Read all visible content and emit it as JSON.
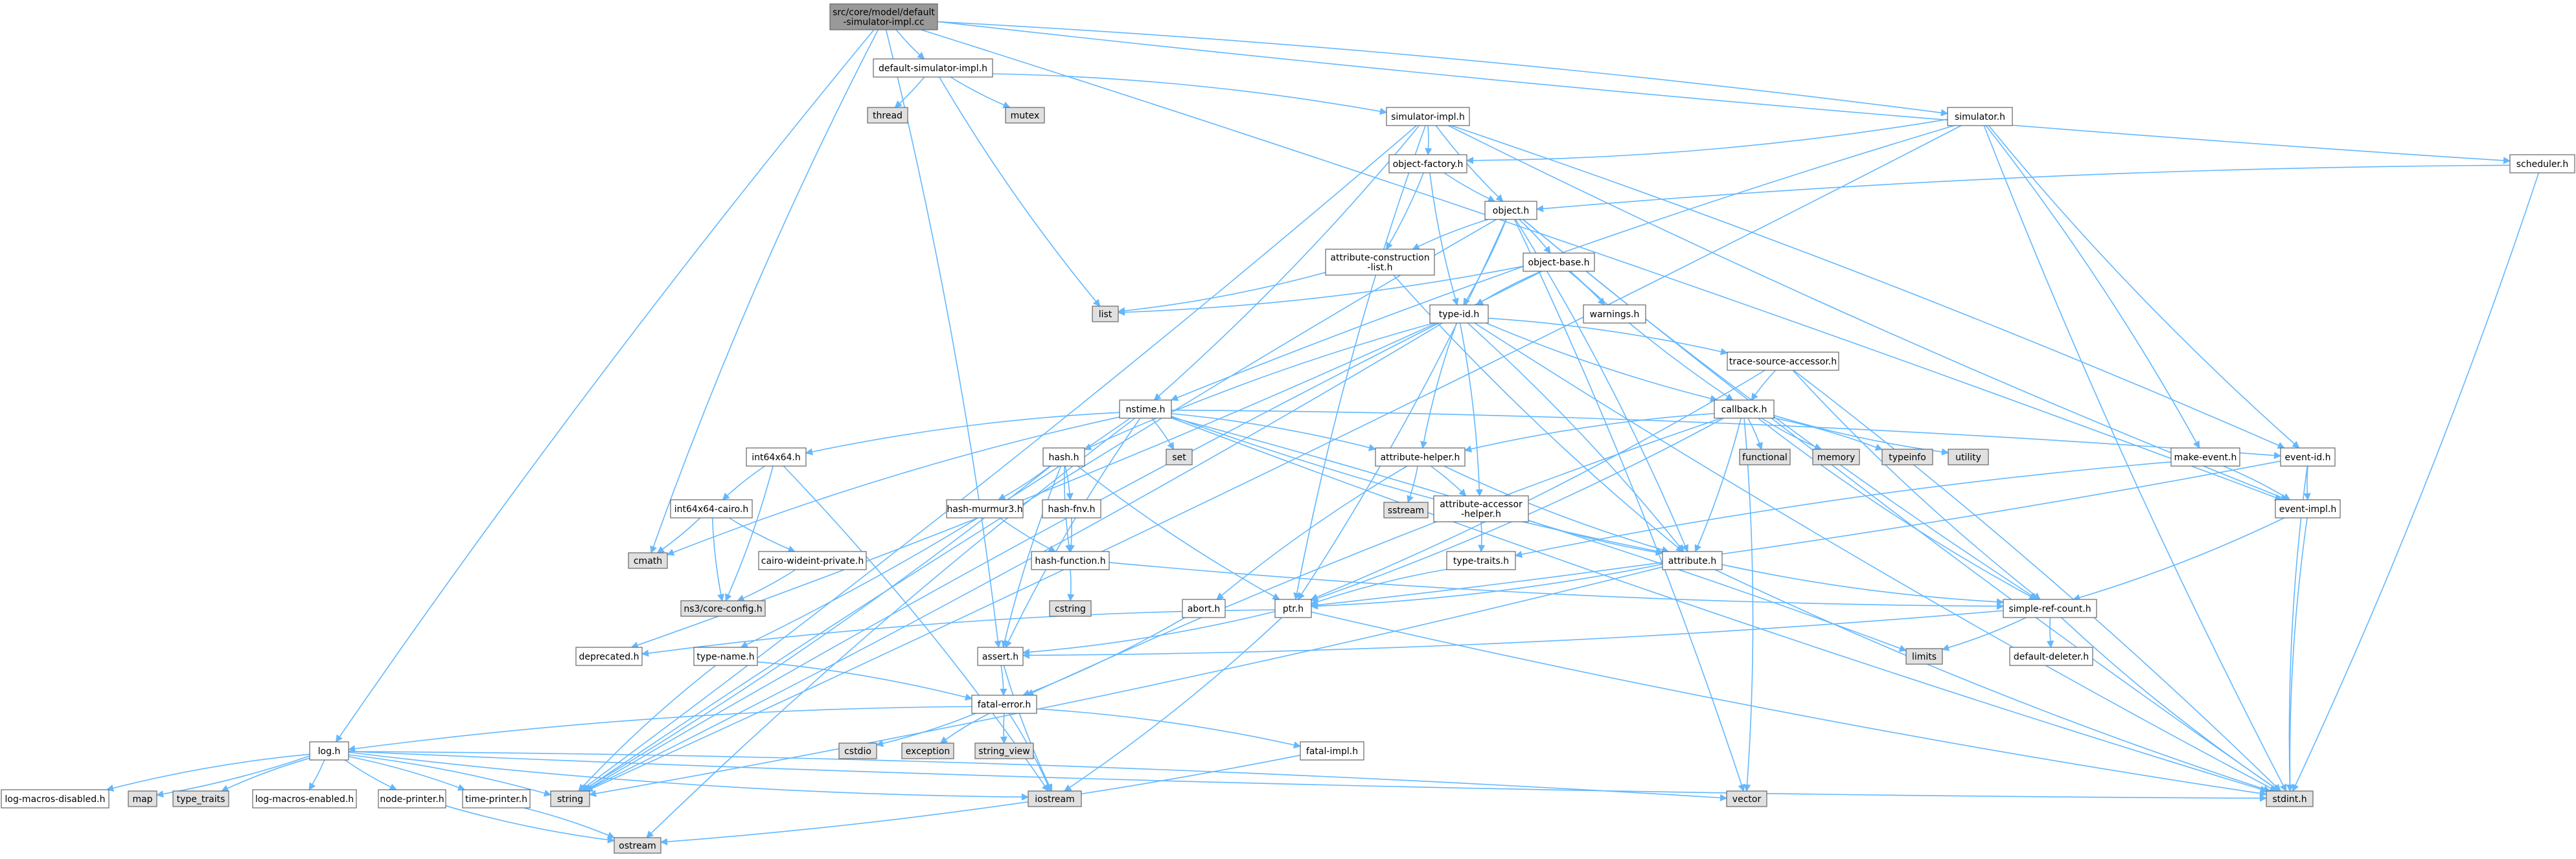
{
  "graph": {
    "kind": "include-dependency",
    "colors": {
      "edge": "#63b8ff",
      "node_fill": "#ffffff",
      "root_fill": "#999999",
      "system_fill": "#e0e0e0",
      "node_border": "#666666"
    },
    "nodes": [
      {
        "id": "root",
        "lines": [
          "src/core/model/default",
          "-simulator-impl.cc"
        ],
        "style": "root"
      },
      {
        "id": "default-simulator-impl-h",
        "lines": [
          "default-simulator-impl.h"
        ],
        "style": "file"
      },
      {
        "id": "thread",
        "lines": [
          "thread"
        ],
        "style": "system"
      },
      {
        "id": "mutex",
        "lines": [
          "mutex"
        ],
        "style": "system"
      },
      {
        "id": "simulator-impl-h",
        "lines": [
          "simulator-impl.h"
        ],
        "style": "file"
      },
      {
        "id": "simulator-h",
        "lines": [
          "simulator.h"
        ],
        "style": "file"
      },
      {
        "id": "scheduler-h",
        "lines": [
          "scheduler.h"
        ],
        "style": "file"
      },
      {
        "id": "object-factory-h",
        "lines": [
          "object-factory.h"
        ],
        "style": "file"
      },
      {
        "id": "object-h",
        "lines": [
          "object.h"
        ],
        "style": "file"
      },
      {
        "id": "attribute-construction-list-h",
        "lines": [
          "attribute-construction",
          "-list.h"
        ],
        "style": "file"
      },
      {
        "id": "object-base-h",
        "lines": [
          "object-base.h"
        ],
        "style": "file"
      },
      {
        "id": "list",
        "lines": [
          "list"
        ],
        "style": "system"
      },
      {
        "id": "warnings-h",
        "lines": [
          "warnings.h"
        ],
        "style": "file"
      },
      {
        "id": "type-id-h",
        "lines": [
          "type-id.h"
        ],
        "style": "file"
      },
      {
        "id": "trace-source-accessor-h",
        "lines": [
          "trace-source-accessor.h"
        ],
        "style": "file"
      },
      {
        "id": "callback-h",
        "lines": [
          "callback.h"
        ],
        "style": "file"
      },
      {
        "id": "functional",
        "lines": [
          "functional"
        ],
        "style": "system"
      },
      {
        "id": "memory",
        "lines": [
          "memory"
        ],
        "style": "system"
      },
      {
        "id": "typeinfo",
        "lines": [
          "typeinfo"
        ],
        "style": "system"
      },
      {
        "id": "utility",
        "lines": [
          "utility"
        ],
        "style": "system"
      },
      {
        "id": "nstime-h",
        "lines": [
          "nstime.h"
        ],
        "style": "file"
      },
      {
        "id": "int64x64-h",
        "lines": [
          "int64x64.h"
        ],
        "style": "file"
      },
      {
        "id": "hash-h",
        "lines": [
          "hash.h"
        ],
        "style": "file"
      },
      {
        "id": "set",
        "lines": [
          "set"
        ],
        "style": "system"
      },
      {
        "id": "attribute-helper-h",
        "lines": [
          "attribute-helper.h"
        ],
        "style": "file"
      },
      {
        "id": "sstream",
        "lines": [
          "sstream"
        ],
        "style": "system"
      },
      {
        "id": "make-event-h",
        "lines": [
          "make-event.h"
        ],
        "style": "file"
      },
      {
        "id": "event-id-h",
        "lines": [
          "event-id.h"
        ],
        "style": "file"
      },
      {
        "id": "event-impl-h",
        "lines": [
          "event-impl.h"
        ],
        "style": "file"
      },
      {
        "id": "int64x64-cairo-h",
        "lines": [
          "int64x64-cairo.h"
        ],
        "style": "file"
      },
      {
        "id": "cmath",
        "lines": [
          "cmath"
        ],
        "style": "system"
      },
      {
        "id": "cairo-wideint-private-h",
        "lines": [
          "cairo-wideint-private.h"
        ],
        "style": "file"
      },
      {
        "id": "core-config-h",
        "lines": [
          "ns3/core-config.h"
        ],
        "style": "system"
      },
      {
        "id": "hash-murmur3-h",
        "lines": [
          "hash-murmur3.h"
        ],
        "style": "file"
      },
      {
        "id": "hash-fnv-h",
        "lines": [
          "hash-fnv.h"
        ],
        "style": "file"
      },
      {
        "id": "hash-function-h",
        "lines": [
          "hash-function.h"
        ],
        "style": "file"
      },
      {
        "id": "cstring",
        "lines": [
          "cstring"
        ],
        "style": "system"
      },
      {
        "id": "attribute-accessor-helper-h",
        "lines": [
          "attribute-accessor",
          "-helper.h"
        ],
        "style": "file"
      },
      {
        "id": "type-traits-h",
        "lines": [
          "type-traits.h"
        ],
        "style": "file"
      },
      {
        "id": "attribute-h",
        "lines": [
          "attribute.h"
        ],
        "style": "file"
      },
      {
        "id": "abort-h",
        "lines": [
          "abort.h"
        ],
        "style": "file"
      },
      {
        "id": "ptr-h",
        "lines": [
          "ptr.h"
        ],
        "style": "file"
      },
      {
        "id": "simple-ref-count-h",
        "lines": [
          "simple-ref-count.h"
        ],
        "style": "file"
      },
      {
        "id": "deprecated-h",
        "lines": [
          "deprecated.h"
        ],
        "style": "file"
      },
      {
        "id": "type-name-h",
        "lines": [
          "type-name.h"
        ],
        "style": "file"
      },
      {
        "id": "assert-h",
        "lines": [
          "assert.h"
        ],
        "style": "file"
      },
      {
        "id": "limits",
        "lines": [
          "limits"
        ],
        "style": "system"
      },
      {
        "id": "default-deleter-h",
        "lines": [
          "default-deleter.h"
        ],
        "style": "file"
      },
      {
        "id": "fatal-error-h",
        "lines": [
          "fatal-error.h"
        ],
        "style": "file"
      },
      {
        "id": "cstdio",
        "lines": [
          "cstdio"
        ],
        "style": "system"
      },
      {
        "id": "exception",
        "lines": [
          "exception"
        ],
        "style": "system"
      },
      {
        "id": "string_view",
        "lines": [
          "string_view"
        ],
        "style": "system"
      },
      {
        "id": "fatal-impl-h",
        "lines": [
          "fatal-impl.h"
        ],
        "style": "file"
      },
      {
        "id": "log-h",
        "lines": [
          "log.h"
        ],
        "style": "file"
      },
      {
        "id": "log-macros-disabled-h",
        "lines": [
          "log-macros-disabled.h"
        ],
        "style": "file"
      },
      {
        "id": "map",
        "lines": [
          "map"
        ],
        "style": "system"
      },
      {
        "id": "type_traits",
        "lines": [
          "type_traits"
        ],
        "style": "system"
      },
      {
        "id": "log-macros-enabled-h",
        "lines": [
          "log-macros-enabled.h"
        ],
        "style": "file"
      },
      {
        "id": "node-printer-h",
        "lines": [
          "node-printer.h"
        ],
        "style": "file"
      },
      {
        "id": "time-printer-h",
        "lines": [
          "time-printer.h"
        ],
        "style": "file"
      },
      {
        "id": "string",
        "lines": [
          "string"
        ],
        "style": "system"
      },
      {
        "id": "iostream",
        "lines": [
          "iostream"
        ],
        "style": "system"
      },
      {
        "id": "vector",
        "lines": [
          "vector"
        ],
        "style": "system"
      },
      {
        "id": "stdint-h",
        "lines": [
          "stdint.h"
        ],
        "style": "system"
      },
      {
        "id": "ostream",
        "lines": [
          "ostream"
        ],
        "style": "system"
      }
    ],
    "edges": [
      [
        "root",
        "default-simulator-impl-h"
      ],
      [
        "root",
        "simulator-h"
      ],
      [
        "root",
        "log-h"
      ],
      [
        "root",
        "assert-h"
      ],
      [
        "root",
        "cmath"
      ],
      [
        "root",
        "event-impl-h"
      ],
      [
        "root",
        "scheduler-h"
      ],
      [
        "default-simulator-impl-h",
        "thread"
      ],
      [
        "default-simulator-impl-h",
        "mutex"
      ],
      [
        "default-simulator-impl-h",
        "simulator-impl-h"
      ],
      [
        "default-simulator-impl-h",
        "list"
      ],
      [
        "simulator-h",
        "object-factory-h"
      ],
      [
        "simulator-h",
        "nstime-h"
      ],
      [
        "simulator-h",
        "make-event-h"
      ],
      [
        "simulator-h",
        "event-id-h"
      ],
      [
        "simulator-h",
        "string"
      ],
      [
        "simulator-h",
        "stdint-h"
      ],
      [
        "simulator-impl-h",
        "object-factory-h"
      ],
      [
        "simulator-impl-h",
        "object-h"
      ],
      [
        "simulator-impl-h",
        "nstime-h"
      ],
      [
        "simulator-impl-h",
        "ptr-h"
      ],
      [
        "simulator-impl-h",
        "event-id-h"
      ],
      [
        "simulator-impl-h",
        "event-impl-h"
      ],
      [
        "simulator-impl-h",
        "string"
      ],
      [
        "scheduler-h",
        "object-h"
      ],
      [
        "scheduler-h",
        "stdint-h"
      ],
      [
        "object-factory-h",
        "object-h"
      ],
      [
        "object-factory-h",
        "attribute-construction-list-h"
      ],
      [
        "object-factory-h",
        "type-id-h"
      ],
      [
        "object-h",
        "object-base-h"
      ],
      [
        "object-h",
        "attribute-construction-list-h"
      ],
      [
        "object-h",
        "ptr-h"
      ],
      [
        "object-h",
        "simple-ref-count-h"
      ],
      [
        "object-h",
        "type-id-h"
      ],
      [
        "object-h",
        "stdint-h"
      ],
      [
        "object-h",
        "vector"
      ],
      [
        "object-h",
        "string"
      ],
      [
        "object-h",
        "attribute-h"
      ],
      [
        "attribute-construction-list-h",
        "attribute-h"
      ],
      [
        "attribute-construction-list-h",
        "list"
      ],
      [
        "object-base-h",
        "type-id-h"
      ],
      [
        "object-base-h",
        "warnings-h"
      ],
      [
        "object-base-h",
        "callback-h"
      ],
      [
        "object-base-h",
        "list"
      ],
      [
        "object-base-h",
        "string"
      ],
      [
        "type-id-h",
        "attribute-accessor-helper-h"
      ],
      [
        "type-id-h",
        "attribute-helper-h"
      ],
      [
        "type-id-h",
        "attribute-h"
      ],
      [
        "type-id-h",
        "callback-h"
      ],
      [
        "type-id-h",
        "deprecated-h"
      ],
      [
        "type-id-h",
        "hash-h"
      ],
      [
        "type-id-h",
        "trace-source-accessor-h"
      ],
      [
        "type-id-h",
        "stdint-h"
      ],
      [
        "type-id-h",
        "string"
      ],
      [
        "trace-source-accessor-h",
        "callback-h"
      ],
      [
        "trace-source-accessor-h",
        "ptr-h"
      ],
      [
        "trace-source-accessor-h",
        "simple-ref-count-h"
      ],
      [
        "trace-source-accessor-h",
        "stdint-h"
      ],
      [
        "callback-h",
        "attribute-helper-h"
      ],
      [
        "callback-h",
        "attribute-h"
      ],
      [
        "callback-h",
        "fatal-error-h"
      ],
      [
        "callback-h",
        "ptr-h"
      ],
      [
        "callback-h",
        "simple-ref-count-h"
      ],
      [
        "callback-h",
        "functional"
      ],
      [
        "callback-h",
        "memory"
      ],
      [
        "callback-h",
        "typeinfo"
      ],
      [
        "callback-h",
        "utility"
      ],
      [
        "callback-h",
        "vector"
      ],
      [
        "nstime-h",
        "assert-h"
      ],
      [
        "nstime-h",
        "attribute-helper-h"
      ],
      [
        "nstime-h",
        "attribute-h"
      ],
      [
        "nstime-h",
        "event-id-h"
      ],
      [
        "nstime-h",
        "int64x64-h"
      ],
      [
        "nstime-h",
        "type-name-h"
      ],
      [
        "nstime-h",
        "cmath"
      ],
      [
        "nstime-h",
        "limits"
      ],
      [
        "nstime-h",
        "ostream"
      ],
      [
        "nstime-h",
        "set"
      ],
      [
        "nstime-h",
        "stdint-h"
      ],
      [
        "int64x64-h",
        "core-config-h"
      ],
      [
        "int64x64-h",
        "int64x64-cairo-h"
      ],
      [
        "int64x64-h",
        "iostream"
      ],
      [
        "int64x64-cairo-h",
        "cairo-wideint-private-h"
      ],
      [
        "int64x64-cairo-h",
        "cmath"
      ],
      [
        "int64x64-cairo-h",
        "core-config-h"
      ],
      [
        "cairo-wideint-private-h",
        "core-config-h"
      ],
      [
        "hash-h",
        "assert-h"
      ],
      [
        "hash-h",
        "hash-fnv-h"
      ],
      [
        "hash-h",
        "hash-function-h"
      ],
      [
        "hash-h",
        "hash-murmur3-h"
      ],
      [
        "hash-h",
        "ptr-h"
      ],
      [
        "hash-h",
        "string"
      ],
      [
        "hash-murmur3-h",
        "hash-function-h"
      ],
      [
        "hash-fnv-h",
        "hash-function-h"
      ],
      [
        "hash-function-h",
        "simple-ref-count-h"
      ],
      [
        "hash-function-h",
        "cstring"
      ],
      [
        "attribute-helper-h",
        "abort-h"
      ],
      [
        "attribute-helper-h",
        "attribute-accessor-helper-h"
      ],
      [
        "attribute-helper-h",
        "attribute-h"
      ],
      [
        "attribute-helper-h",
        "sstream"
      ],
      [
        "attribute-accessor-helper-h",
        "attribute-h"
      ],
      [
        "attribute-accessor-helper-h",
        "type-traits-h"
      ],
      [
        "type-traits-h",
        "ptr-h"
      ],
      [
        "attribute-h",
        "ptr-h"
      ],
      [
        "attribute-h",
        "simple-ref-count-h"
      ],
      [
        "attribute-h",
        "string"
      ],
      [
        "attribute-h",
        "stdint-h"
      ],
      [
        "abort-h",
        "fatal-error-h"
      ],
      [
        "make-event-h",
        "type-traits-h"
      ],
      [
        "make-event-h",
        "event-impl-h"
      ],
      [
        "event-id-h",
        "event-impl-h"
      ],
      [
        "event-id-h",
        "ptr-h"
      ],
      [
        "event-id-h",
        "stdint-h"
      ],
      [
        "event-impl-h",
        "simple-ref-count-h"
      ],
      [
        "event-impl-h",
        "stdint-h"
      ],
      [
        "ptr-h",
        "assert-h"
      ],
      [
        "ptr-h",
        "deprecated-h"
      ],
      [
        "ptr-h",
        "iostream"
      ],
      [
        "ptr-h",
        "stdint-h"
      ],
      [
        "simple-ref-count-h",
        "assert-h"
      ],
      [
        "simple-ref-count-h",
        "default-deleter-h"
      ],
      [
        "simple-ref-count-h",
        "limits"
      ],
      [
        "simple-ref-count-h",
        "stdint-h"
      ],
      [
        "type-name-h",
        "fatal-error-h"
      ],
      [
        "type-name-h",
        "string"
      ],
      [
        "assert-h",
        "fatal-error-h"
      ],
      [
        "assert-h",
        "iostream"
      ],
      [
        "fatal-error-h",
        "fatal-impl-h"
      ],
      [
        "fatal-error-h",
        "log-h"
      ],
      [
        "fatal-error-h",
        "cstdio"
      ],
      [
        "fatal-error-h",
        "exception"
      ],
      [
        "fatal-error-h",
        "iostream"
      ],
      [
        "fatal-error-h",
        "string_view"
      ],
      [
        "fatal-impl-h",
        "ostream"
      ],
      [
        "log-h",
        "log-macros-disabled-h"
      ],
      [
        "log-h",
        "log-macros-enabled-h"
      ],
      [
        "log-h",
        "node-printer-h"
      ],
      [
        "log-h",
        "time-printer-h"
      ],
      [
        "log-h",
        "iostream"
      ],
      [
        "log-h",
        "map"
      ],
      [
        "log-h",
        "stdint-h"
      ],
      [
        "log-h",
        "string"
      ],
      [
        "log-h",
        "type_traits"
      ],
      [
        "log-h",
        "vector"
      ],
      [
        "node-printer-h",
        "ostream"
      ],
      [
        "time-printer-h",
        "ostream"
      ]
    ]
  }
}
